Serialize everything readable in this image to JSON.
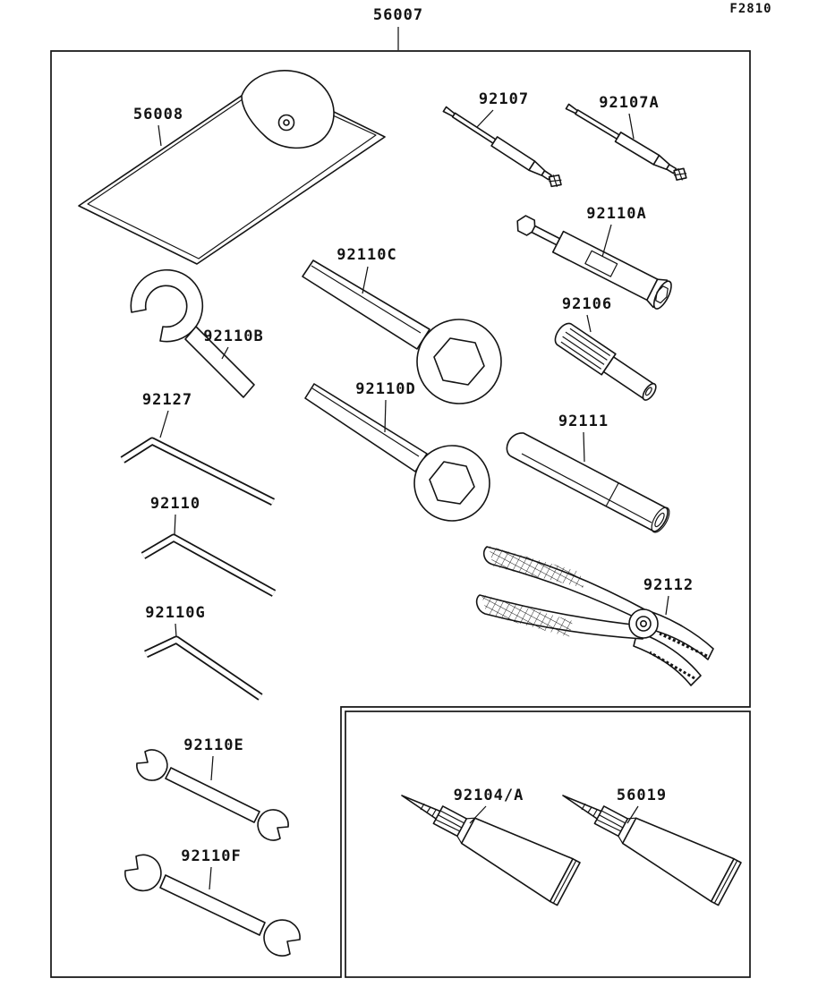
{
  "figure": {
    "code": "F2810",
    "kit_label": "56007"
  },
  "parts": [
    {
      "label": "56008",
      "icon": "tool-pouch-icon"
    },
    {
      "label": "92107",
      "icon": "screwdriver-icon"
    },
    {
      "label": "92107A",
      "icon": "screwdriver-icon"
    },
    {
      "label": "92110A",
      "icon": "spark-plug-wrench-icon"
    },
    {
      "label": "92110C",
      "icon": "box-end-wrench-icon"
    },
    {
      "label": "92106",
      "icon": "socket-tool-icon"
    },
    {
      "label": "92110B",
      "icon": "hook-spanner-icon"
    },
    {
      "label": "92110D",
      "icon": "box-end-wrench-icon"
    },
    {
      "label": "92127",
      "icon": "hex-key-icon"
    },
    {
      "label": "92111",
      "icon": "tube-spanner-icon"
    },
    {
      "label": "92110",
      "icon": "hex-key-icon"
    },
    {
      "label": "92112",
      "icon": "pliers-icon"
    },
    {
      "label": "92110G",
      "icon": "hex-key-icon"
    },
    {
      "label": "92110E",
      "icon": "open-end-wrench-icon"
    },
    {
      "label": "92110F",
      "icon": "open-end-wrench-icon"
    },
    {
      "label": "92104/A",
      "icon": "sealant-tube-icon"
    },
    {
      "label": "56019",
      "icon": "sealant-tube-icon"
    }
  ]
}
